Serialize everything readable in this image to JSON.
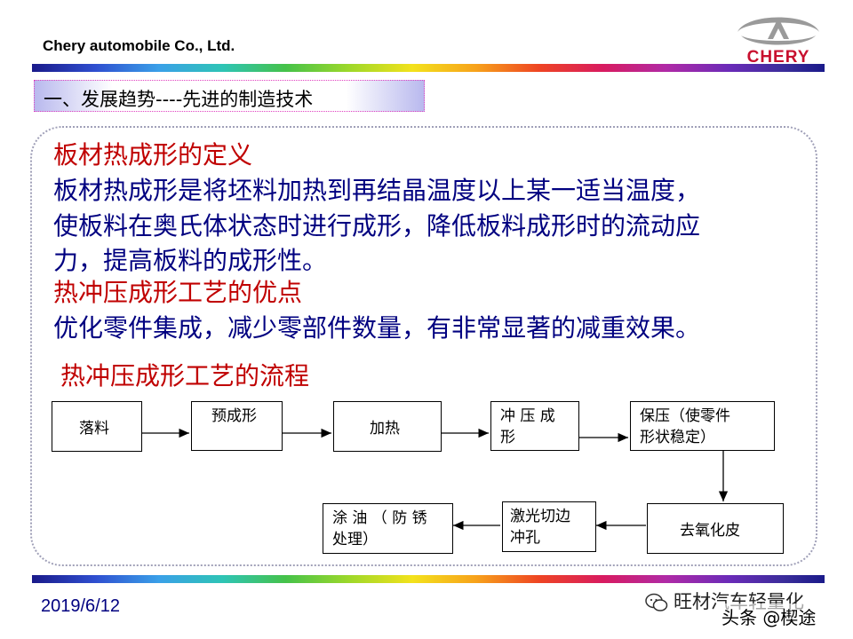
{
  "header": {
    "company": "Chery automobile  Co., Ltd.",
    "logo_text": "CHERY"
  },
  "section_title": "一、发展趋势----先进的制造技术",
  "content": {
    "heading1": "板材热成形的定义",
    "para1_lines": [
      "板材热成形是将坯料加热到再结晶温度以上某一适当温度，",
      "使板料在奥氏体状态时进行成形，降低板料成形时的流动应",
      "力，提高板料的成形性。"
    ],
    "heading2": "热冲压成形工艺的优点",
    "para2": "优化零件集成，减少零部件数量，有非常显著的减重效果。",
    "heading3": "热冲压成形工艺的流程"
  },
  "flow": {
    "steps": [
      {
        "line1": "落料",
        "line2": ""
      },
      {
        "line1": "预成形",
        "line2": ""
      },
      {
        "line1": "加热",
        "line2": ""
      },
      {
        "line1": "冲 压 成",
        "line2": "形"
      },
      {
        "line1": "保压（使零件",
        "line2": "形状稳定）"
      },
      {
        "line1": "去氧化皮",
        "line2": ""
      },
      {
        "line1": "激光切边",
        "line2": "冲孔"
      },
      {
        "line1": "涂 油 （ 防 锈",
        "line2": "处理）"
      }
    ]
  },
  "footer": {
    "date": "2019/6/12",
    "watermark": "旺材汽车轻量化",
    "watermark_sub": "头条 @楔途"
  },
  "colors": {
    "heading": "#c00000",
    "body": "#000080",
    "date": "#000080",
    "logo": "#c8102e"
  }
}
